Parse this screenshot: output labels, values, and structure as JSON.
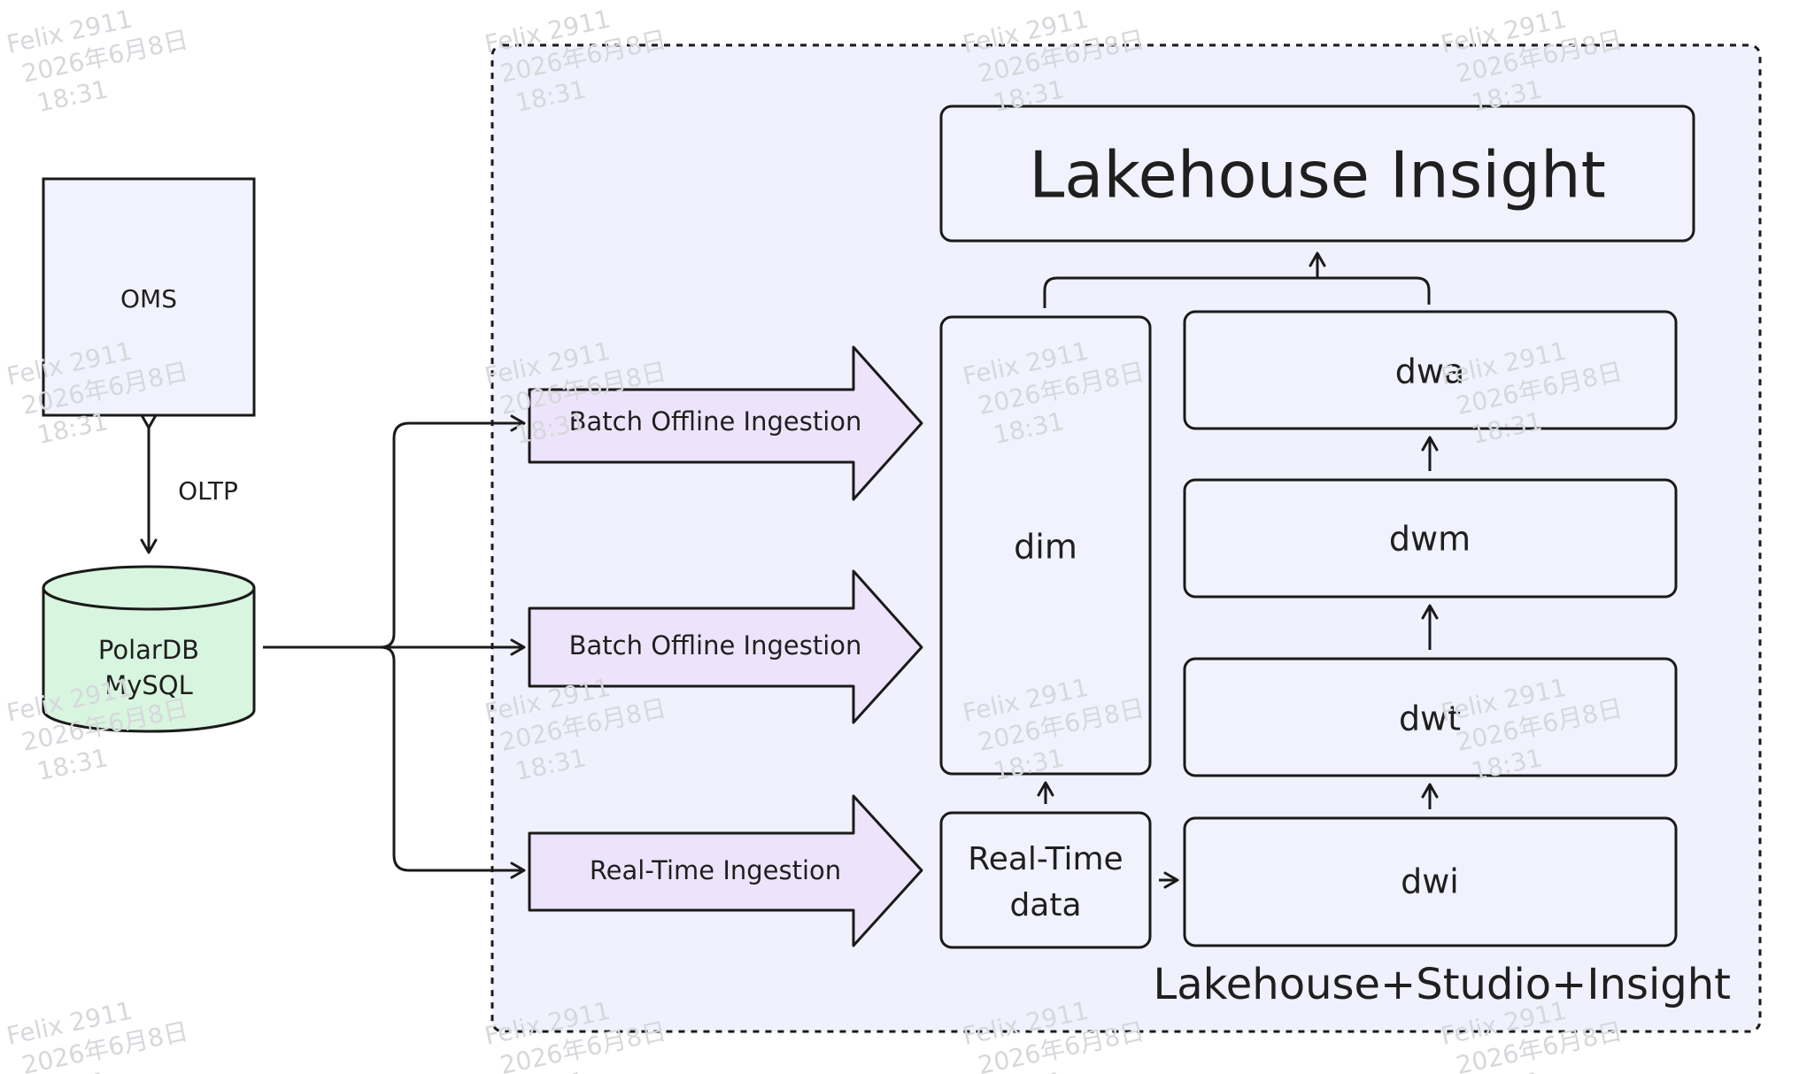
{
  "nodes": {
    "oms": "OMS",
    "oltp": "OLTP",
    "polardb_line1": "PolarDB",
    "polardb_line2": "MySQL",
    "ingest_batch_1": "Batch Offline Ingestion",
    "ingest_batch_2": "Batch Offline Ingestion",
    "ingest_realtime": "Real-Time Ingestion",
    "insight": "Lakehouse Insight",
    "dim": "dim",
    "dwa": "dwa",
    "dwm": "dwm",
    "dwt": "dwt",
    "dwi": "dwi",
    "realtime_line1": "Real-Time",
    "realtime_line2": "data",
    "platform": "Lakehouse+Studio+Insight"
  },
  "watermark": {
    "line1": "Felix 2911",
    "line2": "2026年6月8日",
    "line3": "18:31"
  },
  "colors": {
    "platform_bg": "#f0f1fc",
    "box_bg": "#f1f2fd",
    "db_fill": "#d8f5df",
    "arrow_fill": "#ede4fb",
    "stroke": "#1a1a1a"
  }
}
